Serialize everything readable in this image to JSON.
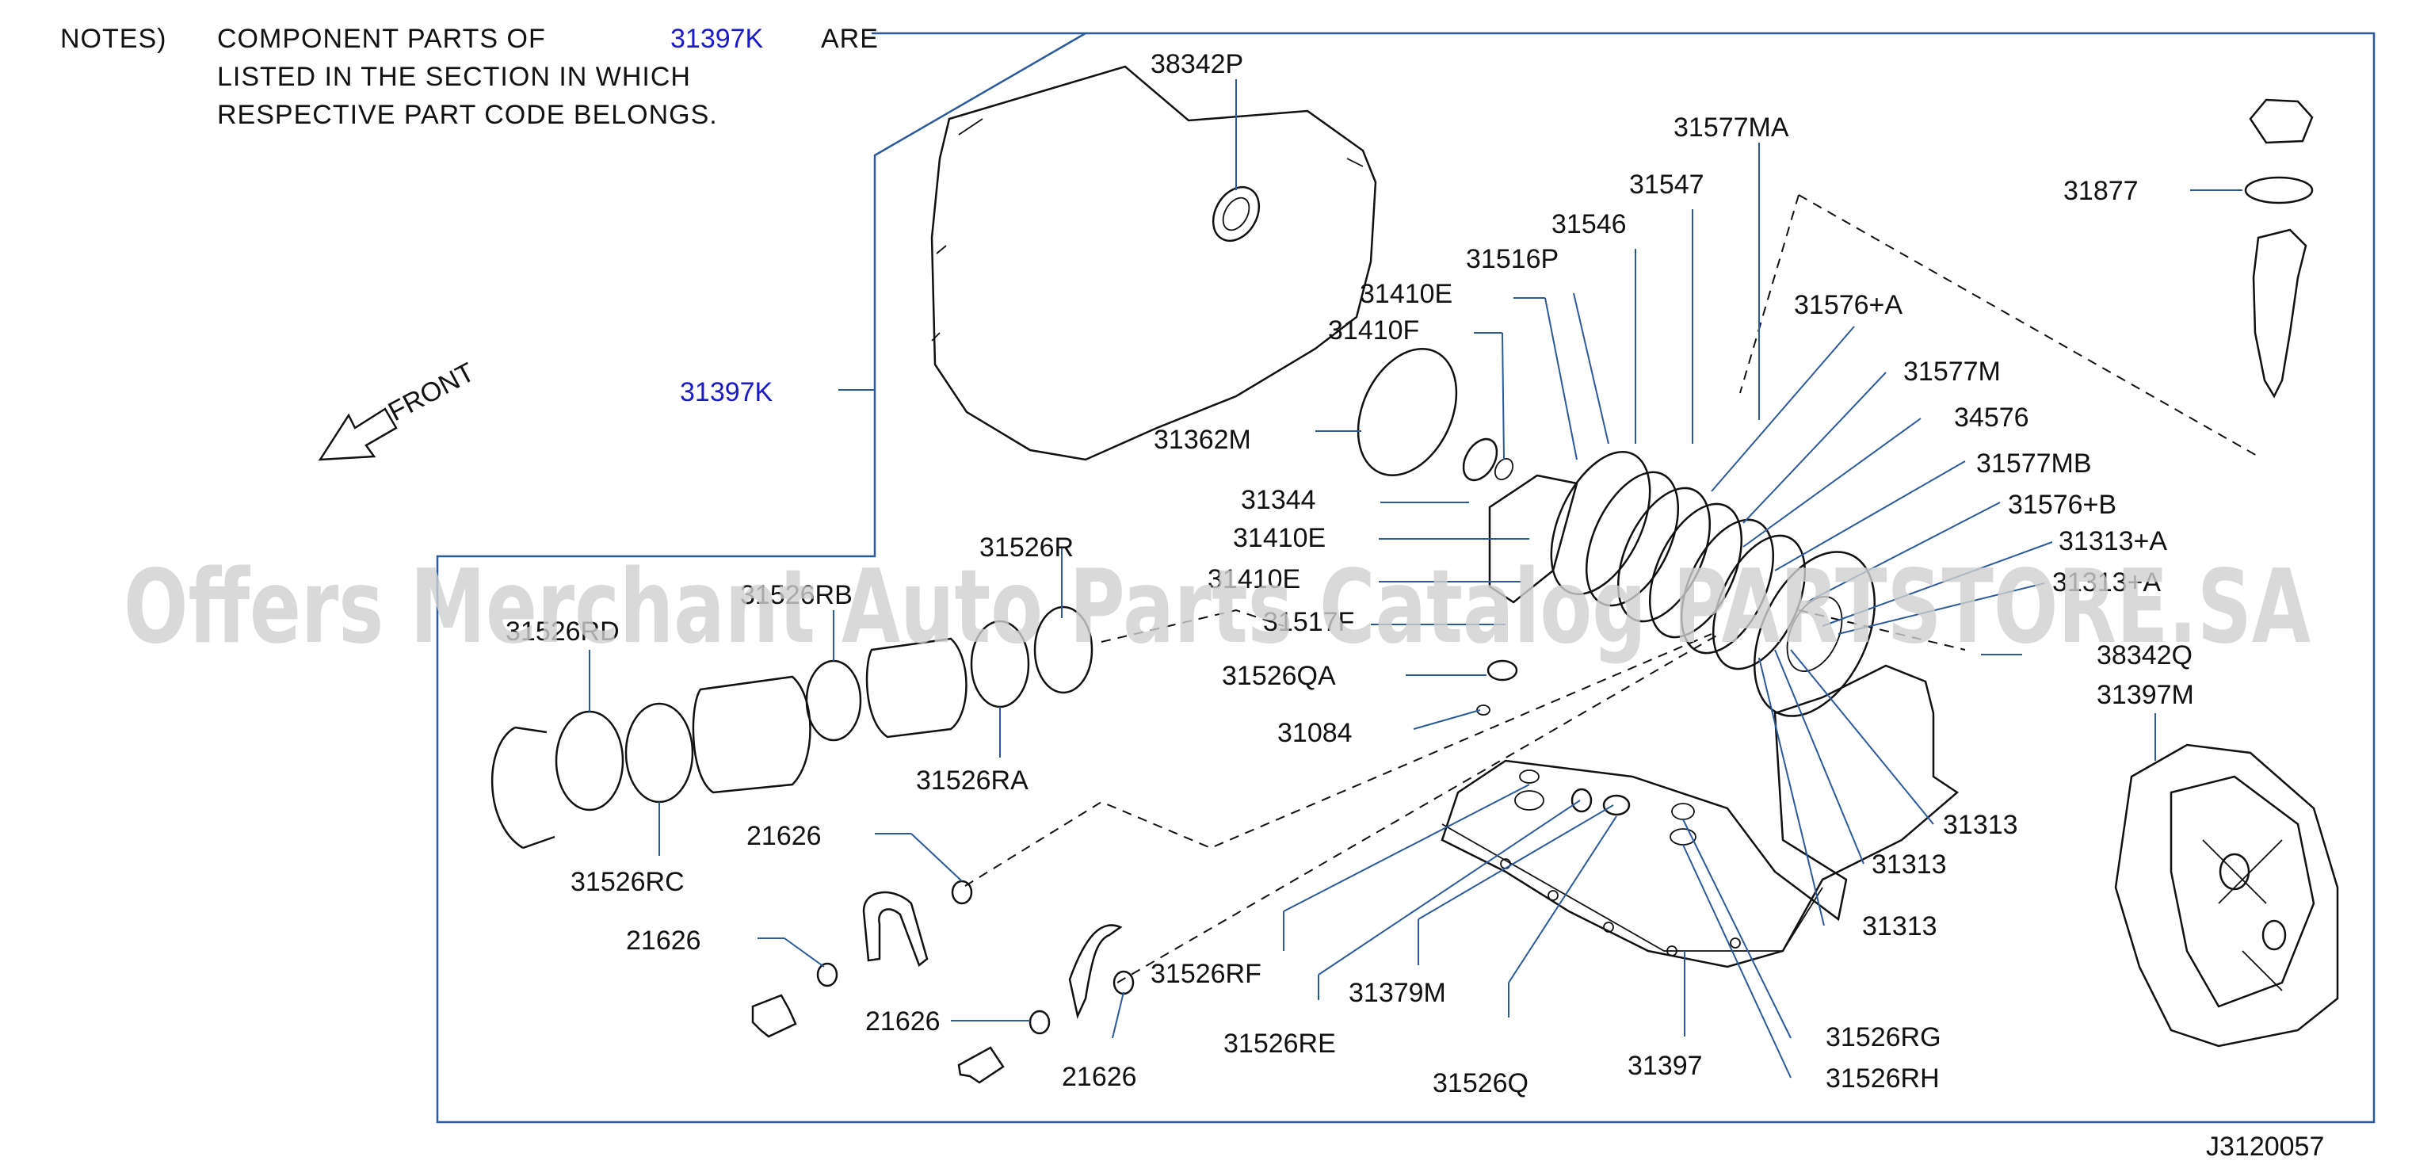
{
  "notes": {
    "prefix": "NOTES)",
    "line1_a": "COMPONENT PARTS OF",
    "line1_link": "31397K",
    "line1_b": "ARE",
    "line2": "LISTED IN THE SECTION IN WHICH",
    "line3": "RESPECTIVE PART CODE BELONGS."
  },
  "front_label": "FRONT",
  "diagram_code": "J3120057",
  "watermark": "Offers Merchant Auto Parts Catalog PARTSTORE.SA",
  "part_labels": {
    "p38342P": "38342P",
    "p31577MA": "31577MA",
    "p31547": "31547",
    "p31546": "31546",
    "p31516P": "31516P",
    "p31410E_top": "31410E",
    "p31410F_top": "31410F",
    "p31397K": "31397K",
    "p31362M": "31362M",
    "p31344": "31344",
    "p31410E_mid": "31410E",
    "p31410E_low": "31410E",
    "p31517F": "31517F",
    "p31526QA": "31526QA",
    "p31084": "31084",
    "p31526R": "31526R",
    "p31526RB": "31526RB",
    "p31526RD": "31526RD",
    "p31526RA": "31526RA",
    "p31526RC": "31526RC",
    "p21626_a": "21626",
    "p21626_b": "21626",
    "p21626_c": "21626",
    "p21626_d": "21626",
    "p31526RF": "31526RF",
    "p31526RE": "31526RE",
    "p31379M": "31379M",
    "p31526Q": "31526Q",
    "p31397": "31397",
    "p31526RG": "31526RG",
    "p31526RH": "31526RH",
    "p31313_a": "31313",
    "p31313_b": "31313",
    "p31313_c": "31313",
    "p31877": "31877",
    "p31576A": "31576+A",
    "p31577M": "31577M",
    "p34576": "34576",
    "p31577MB": "31577MB",
    "p31576B": "31576+B",
    "p31313A_1": "31313+A",
    "p31313A_2": "31313+A",
    "p38342Q": "38342Q",
    "p31397M": "31397M"
  }
}
